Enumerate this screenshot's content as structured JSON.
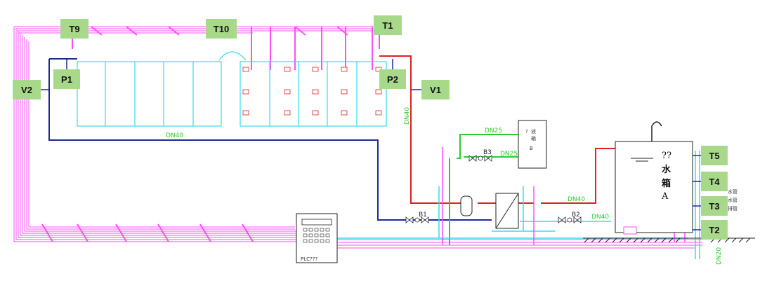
{
  "colors": {
    "magenta": "#ff4dff",
    "cyan": "#33ddee",
    "blue": "#1a2a9a",
    "red": "#e02020",
    "green": "#2ecc2e",
    "tag_bg": "#a8d98a",
    "gray": "#666666"
  },
  "tags": {
    "t9": "T9",
    "t10": "T10",
    "t1": "T1",
    "p1": "P1",
    "p2": "P2",
    "v1": "V1",
    "v2": "V2",
    "t5": "T5",
    "t4": "T4",
    "t3": "T3",
    "t2": "T2"
  },
  "pipes": {
    "dn40_return": "DN40",
    "dn40_vertical": "DN40",
    "dn25_top": "DN25",
    "dn25_mid": "DN25",
    "dn40_red": "DN40",
    "dn40_cyan": "DN40",
    "dn20": "DN20"
  },
  "valves": {
    "b1": "B1",
    "b2": "B2",
    "b3": "B3"
  },
  "tank_a": {
    "mark": "??",
    "line1": "水",
    "line2": "箱",
    "letter": "A"
  },
  "tank_b": {
    "mark": "?",
    "line1": "液",
    "line2": "箱",
    "letter": "B"
  },
  "plc": {
    "label": "PLC???"
  },
  "side_labels": {
    "a": "水管",
    "b": "水管",
    "c": "排管"
  }
}
